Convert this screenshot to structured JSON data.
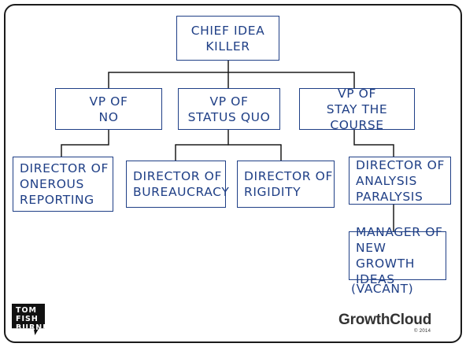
{
  "chart": {
    "root": {
      "text": "CHIEF IDEA\nKILLER"
    },
    "vps": [
      {
        "text": "VP OF\nNO"
      },
      {
        "text": "VP OF\nSTATUS QUO"
      },
      {
        "text": "VP OF\nSTAY THE COURSE"
      }
    ],
    "directors": [
      {
        "text": "DIRECTOR OF\nONEROUS\nREPORTING"
      },
      {
        "text": "DIRECTOR OF\nBUREAUCRACY"
      },
      {
        "text": "DIRECTOR OF\nRIGIDITY"
      },
      {
        "text": "DIRECTOR OF\nANALYSIS\nPARALYSIS"
      }
    ],
    "manager": {
      "text": "MANAGER OF\nNEW GROWTH\nIDEAS"
    },
    "vacant_note": "(VACANT)"
  },
  "footer": {
    "author_logo_lines": [
      "TOM",
      "FISH",
      "BURNE"
    ],
    "brand": "GrowthCloud",
    "copyright": "© 2014"
  },
  "colors": {
    "ink": "#1f3f86",
    "frame": "#1b1b1b"
  }
}
